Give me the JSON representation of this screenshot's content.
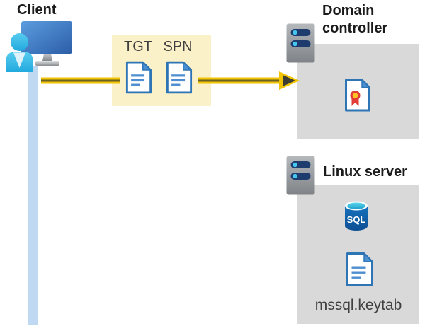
{
  "client": {
    "label": "Client"
  },
  "ticket_box": {
    "tgt_label": "TGT",
    "spn_label": "SPN"
  },
  "domain_controller": {
    "label": "Domain controller"
  },
  "linux_server": {
    "label": "Linux server"
  },
  "sql_icon": {
    "label": "SQL"
  },
  "keytab": {
    "label": "mssql.keytab"
  },
  "colors": {
    "arrow_yellow": "#F2C300",
    "arrow_core_stripe": "#6A6126",
    "arrowhead_dark": "#3E3D33",
    "ticket_box_bg": "#FAF1C9",
    "server_box_bg": "#D9D9D9",
    "connector_blue": "#BFD9F3",
    "doc_icon_border_blue": "#2E75B6",
    "doc_icon_fill_blue": "#4A90D2",
    "sql_body_blue": "#1266B1",
    "sql_top_cyan": "#2FB9DC",
    "person_cyan": "#35BEE8",
    "monitor_blue": "#3B76C0",
    "server_slot_navy": "#1E3C6E",
    "server_dot_cyan": "#45C6EE",
    "certificate_red": "#E13C35",
    "certificate_gold": "#FFC327",
    "heading_text": "#1B1B1B",
    "label_text": "#3F3F3F"
  }
}
